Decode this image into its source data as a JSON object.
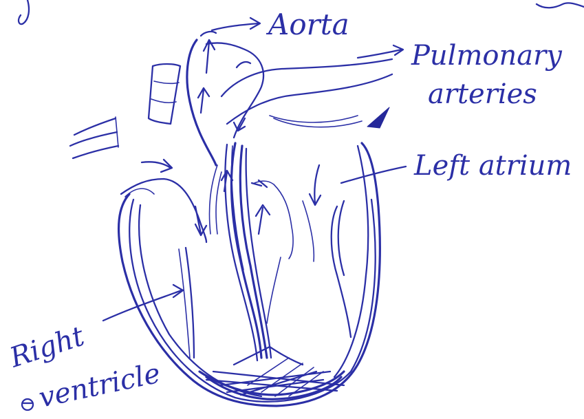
{
  "diagram": {
    "labels": {
      "aorta": "Aorta",
      "pulmonary_line1": "Pulmonary",
      "pulmonary_line2": "arteries",
      "left_atrium": "Left atrium",
      "right_line1": "Right",
      "right_line2": "ventricle"
    },
    "ink_color": "#2b2fa6"
  }
}
